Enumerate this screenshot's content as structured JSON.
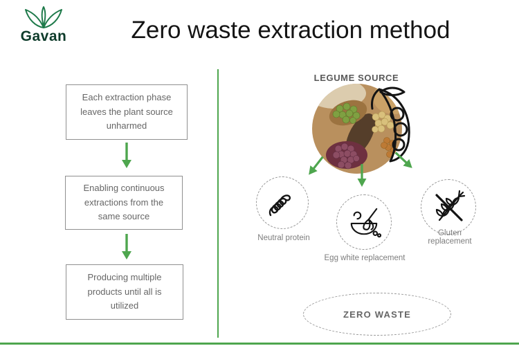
{
  "title": "Zero waste extraction method",
  "logo": {
    "brand": "Gavan",
    "icon": "leaf-icon"
  },
  "colors": {
    "accent_green": "#4ea64e",
    "box_border": "#8f8f8f",
    "text_gray": "#666666",
    "dashed_gray": "#979797",
    "logo_green": "#1e7a4a"
  },
  "flow": {
    "steps": [
      {
        "text": "Each extraction phase\nleaves the plant source\nunharmed"
      },
      {
        "text": "Enabling continuous\nextractions   from the\nsame source"
      },
      {
        "text": "Producing multiple\nproducts until  all is\nutilized"
      }
    ]
  },
  "legume": {
    "source_label": "LEGUME SOURCE",
    "outputs": [
      {
        "label": "Neutral protein",
        "icon": "protein-helix-icon"
      },
      {
        "label": "Egg white replacement",
        "icon": "whisk-bowl-icon"
      },
      {
        "label": "Gluten\nreplacement",
        "icon": "no-gluten-wheat-icon"
      }
    ],
    "result": "ZERO WASTE"
  }
}
